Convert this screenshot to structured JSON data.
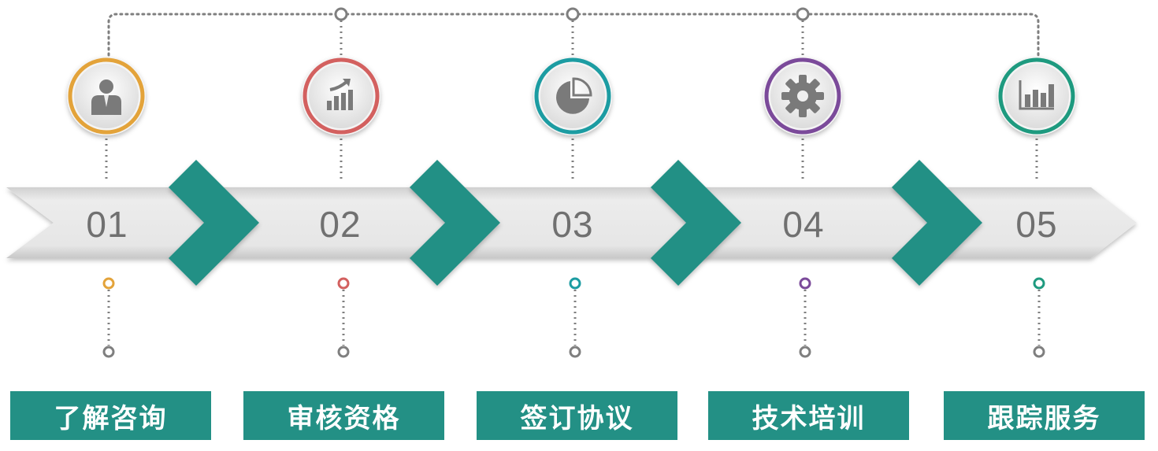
{
  "colors": {
    "teal": "#239085",
    "step_ring": [
      "#E3A33A",
      "#D3605F",
      "#1C9CA2",
      "#7B4A9A",
      "#1E9A7F"
    ],
    "connector": "#7f7f7f",
    "icon": "#7a7a7a"
  },
  "steps": [
    {
      "number": "01",
      "label": "了解咨询",
      "icon": "person-icon"
    },
    {
      "number": "02",
      "label": "审核资格",
      "icon": "growth-chart-icon"
    },
    {
      "number": "03",
      "label": "签订协议",
      "icon": "pie-chart-icon"
    },
    {
      "number": "04",
      "label": "技术培训",
      "icon": "gear-icon"
    },
    {
      "number": "05",
      "label": "跟踪服务",
      "icon": "bar-chart-icon"
    }
  ]
}
